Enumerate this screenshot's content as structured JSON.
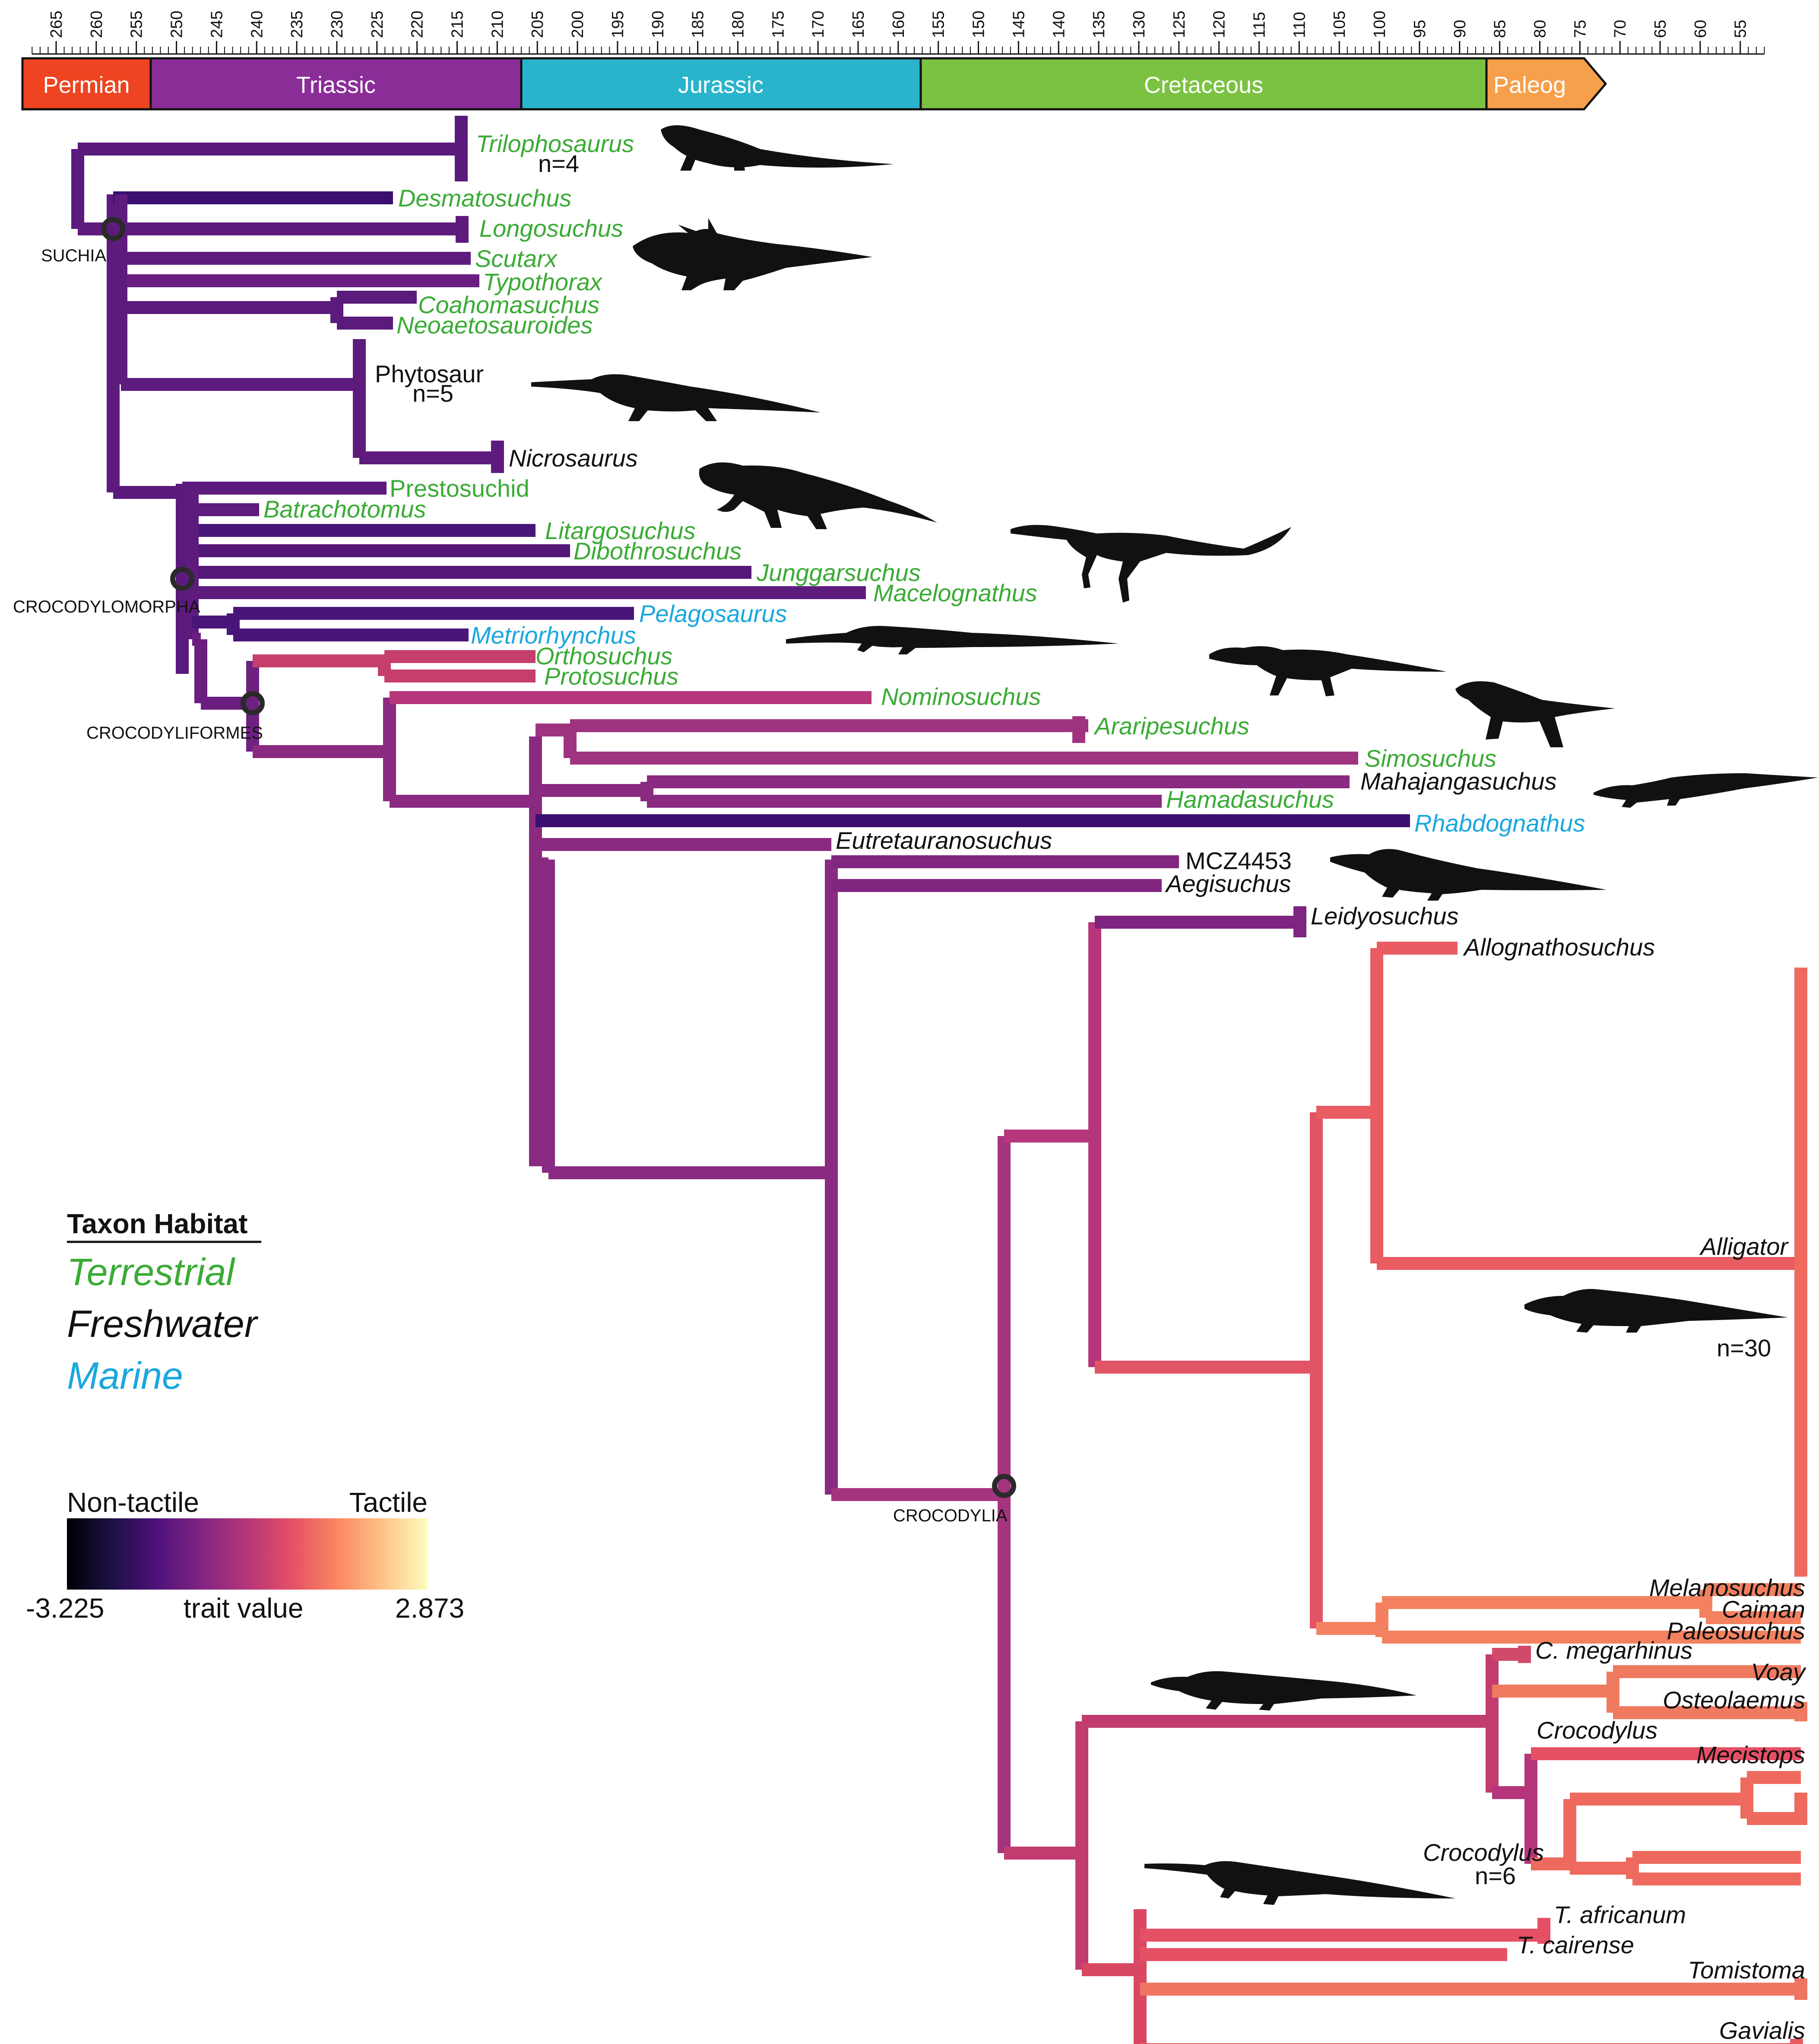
{
  "timescale": {
    "ticks": [
      265,
      260,
      255,
      250,
      245,
      240,
      235,
      230,
      225,
      220,
      215,
      210,
      205,
      200,
      195,
      190,
      185,
      180,
      175,
      170,
      165,
      160,
      155,
      150,
      145,
      140,
      135,
      130,
      125,
      120,
      115,
      110,
      105,
      100,
      95,
      90,
      85,
      80,
      75,
      70,
      65,
      60,
      55
    ],
    "periods": [
      {
        "label": "Permian",
        "color": "#ee4422"
      },
      {
        "label": "Triassic",
        "color": "#8a2d97"
      },
      {
        "label": "Jurassic",
        "color": "#2ab4cc"
      },
      {
        "label": "Cretaceous",
        "color": "#7cc242"
      },
      {
        "label": "Paleog",
        "color": "#f7a04c"
      }
    ]
  },
  "habitat_colors": {
    "terrestrial": "#3aab35",
    "freshwater": "#111111",
    "marine": "#1aa7de"
  },
  "taxa": [
    {
      "label": "Trilophosaurus",
      "habitat": "terrestrial"
    },
    {
      "label": "Desmatosuchus",
      "habitat": "terrestrial"
    },
    {
      "label": "Longosuchus",
      "habitat": "terrestrial"
    },
    {
      "label": "Scutarx",
      "habitat": "terrestrial"
    },
    {
      "label": "Typothorax",
      "habitat": "terrestrial"
    },
    {
      "label": "Coahomasuchus",
      "habitat": "terrestrial"
    },
    {
      "label": "Neoaetosauroides",
      "habitat": "terrestrial"
    },
    {
      "label": "Phytosaur",
      "habitat": "freshwater"
    },
    {
      "label": "Nicrosaurus",
      "habitat": "freshwater"
    },
    {
      "label": "Prestosuchid",
      "habitat": "terrestrial"
    },
    {
      "label": "Batrachotomus",
      "habitat": "terrestrial"
    },
    {
      "label": "Litargosuchus",
      "habitat": "terrestrial"
    },
    {
      "label": "Dibothrosuchus",
      "habitat": "terrestrial"
    },
    {
      "label": "Junggarsuchus",
      "habitat": "terrestrial"
    },
    {
      "label": "Macelognathus",
      "habitat": "terrestrial"
    },
    {
      "label": "Pelagosaurus",
      "habitat": "marine"
    },
    {
      "label": "Metriorhynchus",
      "habitat": "marine"
    },
    {
      "label": "Orthosuchus",
      "habitat": "terrestrial"
    },
    {
      "label": "Protosuchus",
      "habitat": "terrestrial"
    },
    {
      "label": "Nominosuchus",
      "habitat": "terrestrial"
    },
    {
      "label": "Araripesuchus",
      "habitat": "terrestrial"
    },
    {
      "label": "Simosuchus",
      "habitat": "terrestrial"
    },
    {
      "label": "Mahajangasuchus",
      "habitat": "freshwater"
    },
    {
      "label": "Hamadasuchus",
      "habitat": "terrestrial"
    },
    {
      "label": "Rhabdognathus",
      "habitat": "marine"
    },
    {
      "label": "Eutretauranosuchus",
      "habitat": "freshwater"
    },
    {
      "label": "MCZ4453",
      "habitat": "freshwater"
    },
    {
      "label": "Aegisuchus",
      "habitat": "freshwater"
    },
    {
      "label": "Leidyosuchus",
      "habitat": "freshwater"
    },
    {
      "label": "Allognathosuchus",
      "habitat": "freshwater"
    },
    {
      "label": "Alligator",
      "habitat": "freshwater"
    },
    {
      "label": "Melanosuchus",
      "habitat": "freshwater"
    },
    {
      "label": "Caiman",
      "habitat": "freshwater"
    },
    {
      "label": "Paleosuchus",
      "habitat": "freshwater"
    },
    {
      "label": "C. megarhinus",
      "habitat": "freshwater"
    },
    {
      "label": "Voay",
      "habitat": "freshwater"
    },
    {
      "label": "Osteolaemus",
      "habitat": "freshwater"
    },
    {
      "label": "Crocodylus",
      "habitat": "freshwater"
    },
    {
      "label": "Mecistops",
      "habitat": "freshwater"
    },
    {
      "label": "Crocodylus",
      "habitat": "freshwater"
    },
    {
      "label": "T. africanum",
      "habitat": "freshwater"
    },
    {
      "label": "T. cairense",
      "habitat": "freshwater"
    },
    {
      "label": "Tomistoma",
      "habitat": "freshwater"
    },
    {
      "label": "Gavialis",
      "habitat": "freshwater"
    }
  ],
  "sample_counts": [
    "n=4",
    "n=5",
    "n=30",
    "n=6"
  ],
  "clades": [
    "SUCHIA",
    "CROCODYLOMORPHA",
    "CROCODYLIFORMES",
    "CROCODYLIA"
  ],
  "legend": {
    "title": "Taxon Habitat",
    "entries": [
      {
        "label": "Terrestrial",
        "color": "#3aab35"
      },
      {
        "label": "Freshwater",
        "color": "#111111"
      },
      {
        "label": "Marine",
        "color": "#1aa7de"
      }
    ]
  },
  "color_scale": {
    "left_label": "Non-tactile",
    "right_label": "Tactile",
    "min": "-3.225",
    "max": "2.873",
    "caption": "trait value",
    "stops": [
      "#000004",
      "#1c1044",
      "#4f127b",
      "#812581",
      "#b5367a",
      "#e55064",
      "#fb8761",
      "#fec287",
      "#fcfdbf"
    ]
  },
  "silhouettes": [
    "trilophosaur",
    "aetosaur",
    "phytosaur",
    "rauisuchian",
    "sphenosuchian",
    "thalattosuchian",
    "protosuchian",
    "notosuchian",
    "neosuchian",
    "goniopholidid",
    "alligator",
    "crocodile",
    "gharial"
  ]
}
